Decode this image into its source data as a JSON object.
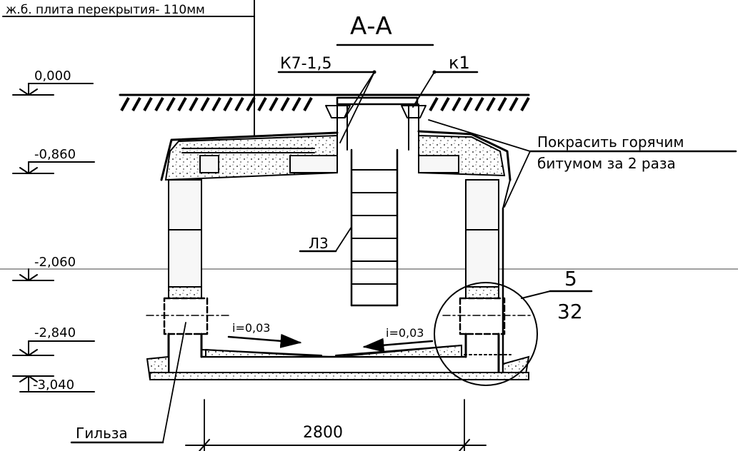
{
  "title": "А-А",
  "slab_note": "ж.б. плита перекрытия- 110мм",
  "levels": [
    "0,000",
    "-0,860",
    "-2,060",
    "-2,840",
    "-3,040"
  ],
  "marks": {
    "k7": "К7-1,5",
    "k1": "к1",
    "ladder": "Л3"
  },
  "paint_note": {
    "line1": "Покрасить горячим",
    "line2": "битумом за 2 раза"
  },
  "slope_left": "i=0,03",
  "slope_right": "i=0,03",
  "callout": {
    "number": "5",
    "sheet": "32"
  },
  "sleeve": "Гильза",
  "dimension": "2800",
  "ink_color": "#000000"
}
